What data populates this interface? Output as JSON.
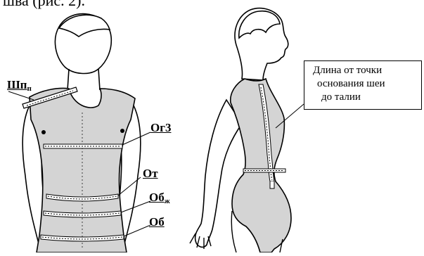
{
  "caption_fragment": "шва (рис. 2).",
  "labels": {
    "shoulder_width": {
      "main": "Шп",
      "sub": "п"
    },
    "chest_girth": {
      "main": "Ог3",
      "sub": ""
    },
    "waist_girth": {
      "main": "От",
      "sub": ""
    },
    "belly_girth": {
      "main": "Об",
      "sub": "ж"
    },
    "hip_girth": {
      "main": "Об",
      "sub": ""
    }
  },
  "callout": {
    "lines": [
      "Длина от точки",
      "основания шеи",
      "до талии"
    ]
  },
  "colors": {
    "body_fill": "#d4d4d4",
    "outline": "#000000",
    "tape_fill": "#ffffff",
    "background": "#ffffff"
  }
}
